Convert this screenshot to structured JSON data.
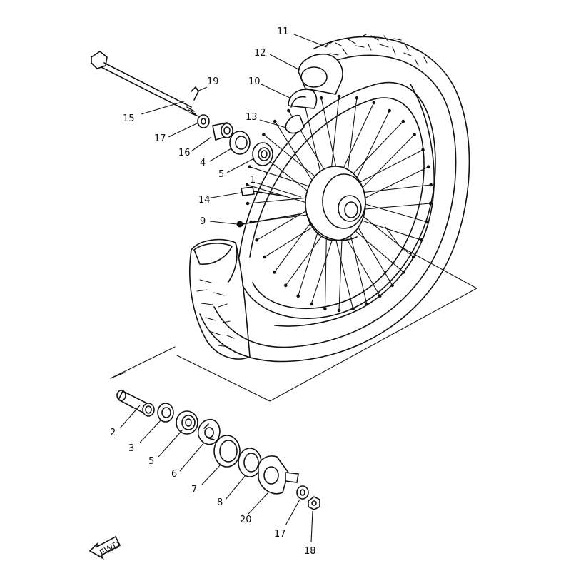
{
  "diagram": {
    "fwd_label": "FWD",
    "labels": {
      "l1": "1",
      "l2": "2",
      "l3": "3",
      "l4": "4",
      "l5a": "5",
      "l5b": "5",
      "l6": "6",
      "l7": "7",
      "l8": "8",
      "l9": "9",
      "l10": "10",
      "l11": "11",
      "l12": "12",
      "l13": "13",
      "l14": "14",
      "l15": "15",
      "l16": "16",
      "l17a": "17",
      "l17b": "17",
      "l18": "18",
      "l19": "19",
      "l20": "20"
    }
  }
}
